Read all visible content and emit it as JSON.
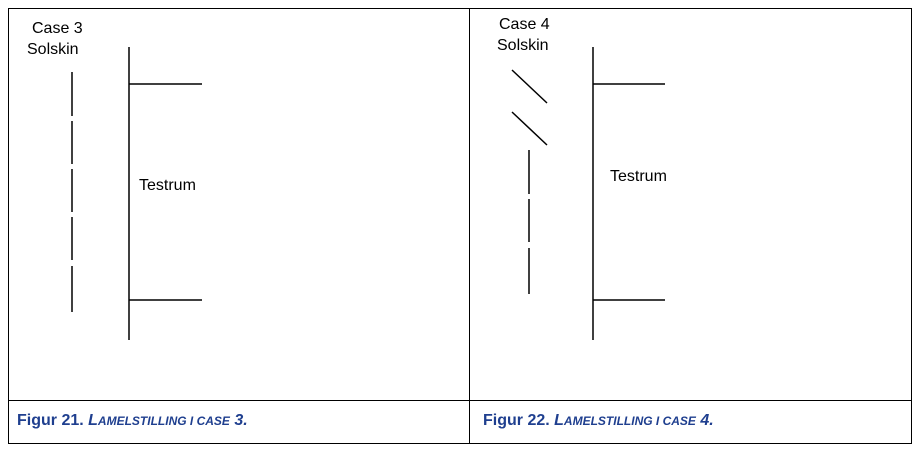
{
  "left_panel": {
    "case_label": "Case 3",
    "solskin_label": "Solskin",
    "testrum_label": "Testrum",
    "caption": {
      "prefix": "Figur 21.",
      "title_cap1": "L",
      "title_small": "AMELSTILLING I CASE",
      "title_end": "3."
    }
  },
  "right_panel": {
    "case_label": "Case 4",
    "solskin_label": "Solskin",
    "testrum_label": "Testrum",
    "caption": {
      "prefix": "Figur 22.",
      "title_cap1": "L",
      "title_small": "AMELSTILLING I CASE",
      "title_end": "4."
    }
  },
  "colors": {
    "caption": "#1f3f8f",
    "line": "#000000"
  }
}
